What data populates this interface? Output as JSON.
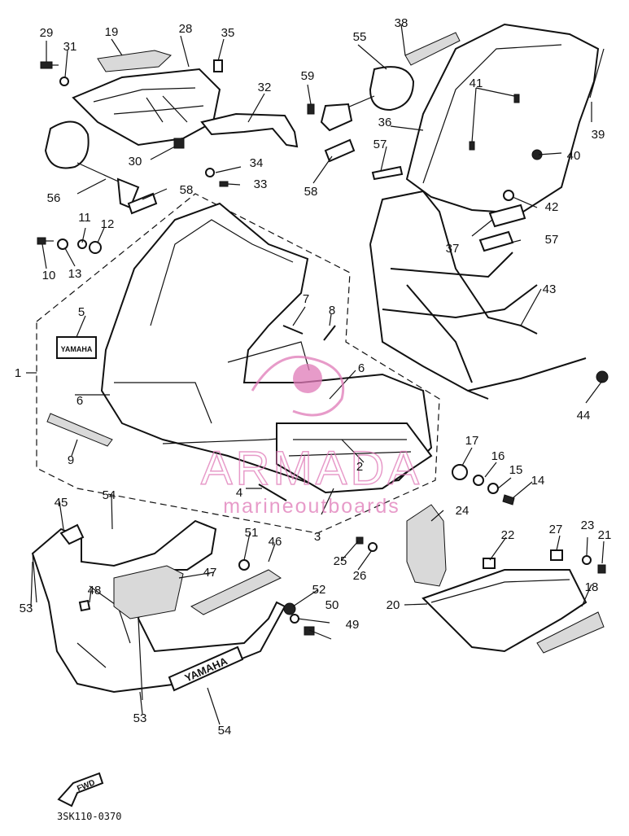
{
  "diagram": {
    "drawing_code": "3SK110-0370",
    "fwd_label": "FWD",
    "brand_text": "YAMAHA",
    "watermark": {
      "brand": "ARMADA",
      "subtitle": "marineoutboards",
      "color": "#e07ab8"
    },
    "part_numbers": [
      "1",
      "2",
      "3",
      "4",
      "5",
      "6",
      "7",
      "8",
      "9",
      "10",
      "11",
      "12",
      "13",
      "14",
      "15",
      "16",
      "17",
      "18",
      "19",
      "20",
      "21",
      "22",
      "23",
      "24",
      "25",
      "26",
      "27",
      "28",
      "29",
      "30",
      "31",
      "32",
      "33",
      "34",
      "35",
      "36",
      "37",
      "38",
      "39",
      "40",
      "41",
      "42",
      "43",
      "44",
      "45",
      "46",
      "47",
      "48",
      "49",
      "50",
      "51",
      "52",
      "53",
      "54",
      "55",
      "56",
      "57",
      "58",
      "59"
    ]
  }
}
